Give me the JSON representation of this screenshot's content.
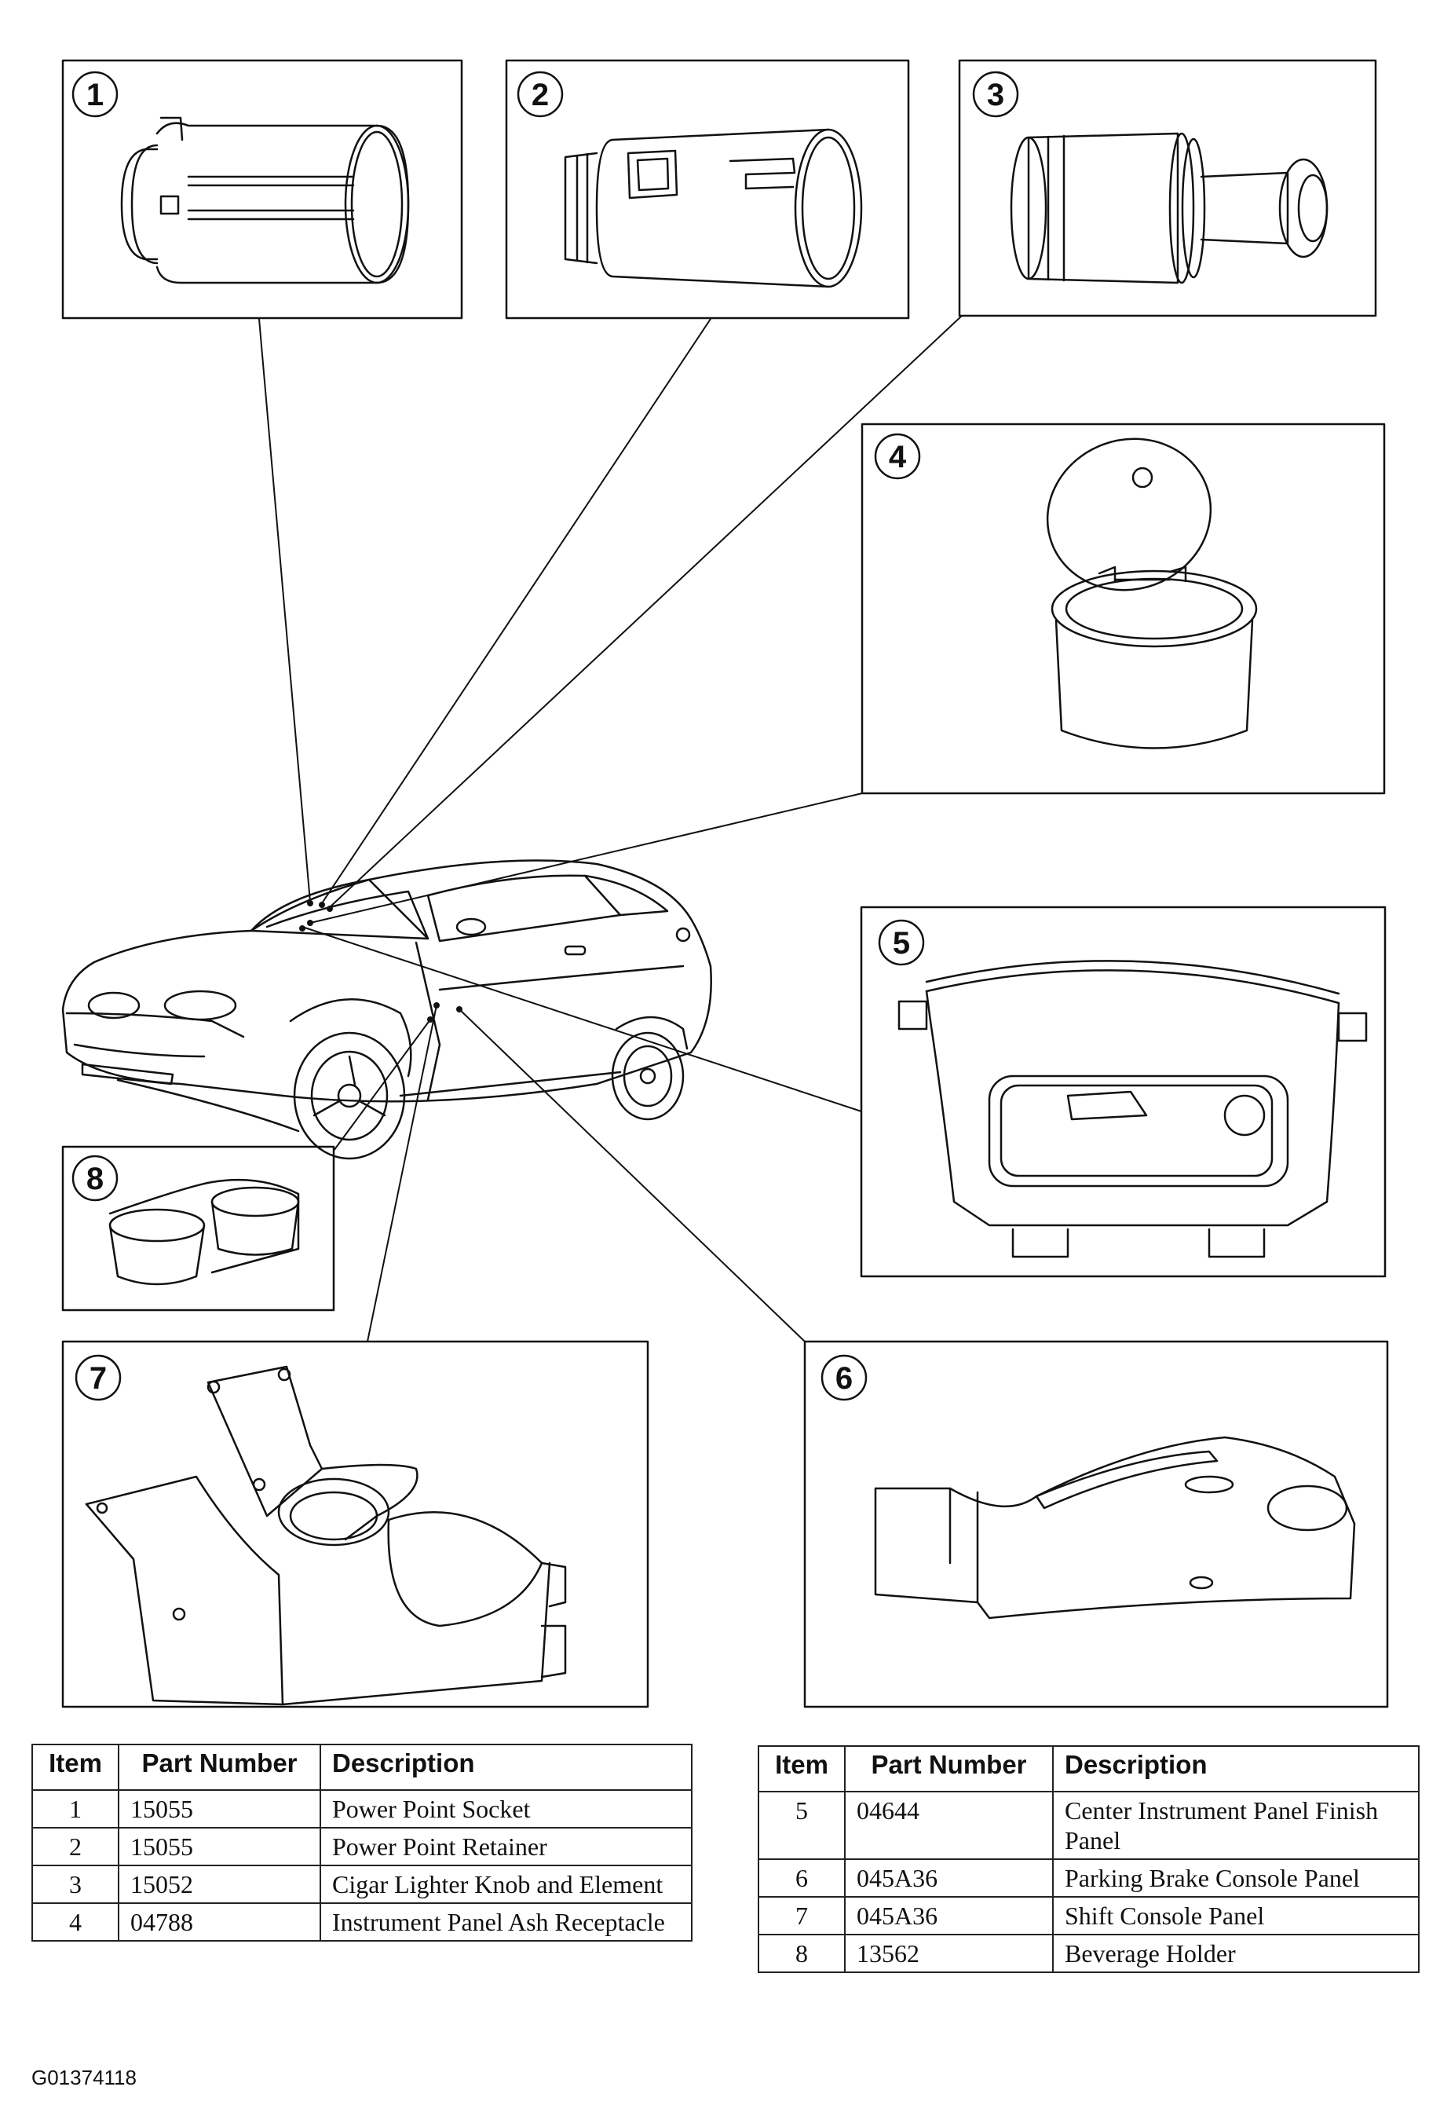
{
  "callouts": [
    {
      "item": "1",
      "component": "power point socket"
    },
    {
      "item": "2",
      "component": "power point retainer"
    },
    {
      "item": "3",
      "component": "cigar lighter knob and element"
    },
    {
      "item": "4",
      "component": "instrument panel ash receptacle"
    },
    {
      "item": "5",
      "component": "center instrument panel finish panel"
    },
    {
      "item": "6",
      "component": "parking brake console panel"
    },
    {
      "item": "7",
      "component": "shift console panel"
    },
    {
      "item": "8",
      "component": "beverage holder"
    }
  ],
  "legend": {
    "headers": {
      "item": "Item",
      "part_number": "Part Number",
      "description": "Description"
    },
    "left": [
      {
        "item": "1",
        "part_number": "15055",
        "description": "Power Point Socket"
      },
      {
        "item": "2",
        "part_number": "15055",
        "description": "Power Point Retainer"
      },
      {
        "item": "3",
        "part_number": "15052",
        "description": "Cigar Lighter Knob and Element"
      },
      {
        "item": "4",
        "part_number": "04788",
        "description": "Instrument Panel Ash Receptacle"
      }
    ],
    "right": [
      {
        "item": "5",
        "part_number": "04644",
        "description": "Center Instrument Panel Finish Panel"
      },
      {
        "item": "6",
        "part_number": "045A36",
        "description": "Parking Brake Console Panel"
      },
      {
        "item": "7",
        "part_number": "045A36",
        "description": "Shift Console Panel"
      },
      {
        "item": "8",
        "part_number": "13562",
        "description": "Beverage Holder"
      }
    ]
  },
  "figure_code": "G01374118",
  "colors": {
    "ink": "#111111",
    "background": "#ffffff"
  }
}
